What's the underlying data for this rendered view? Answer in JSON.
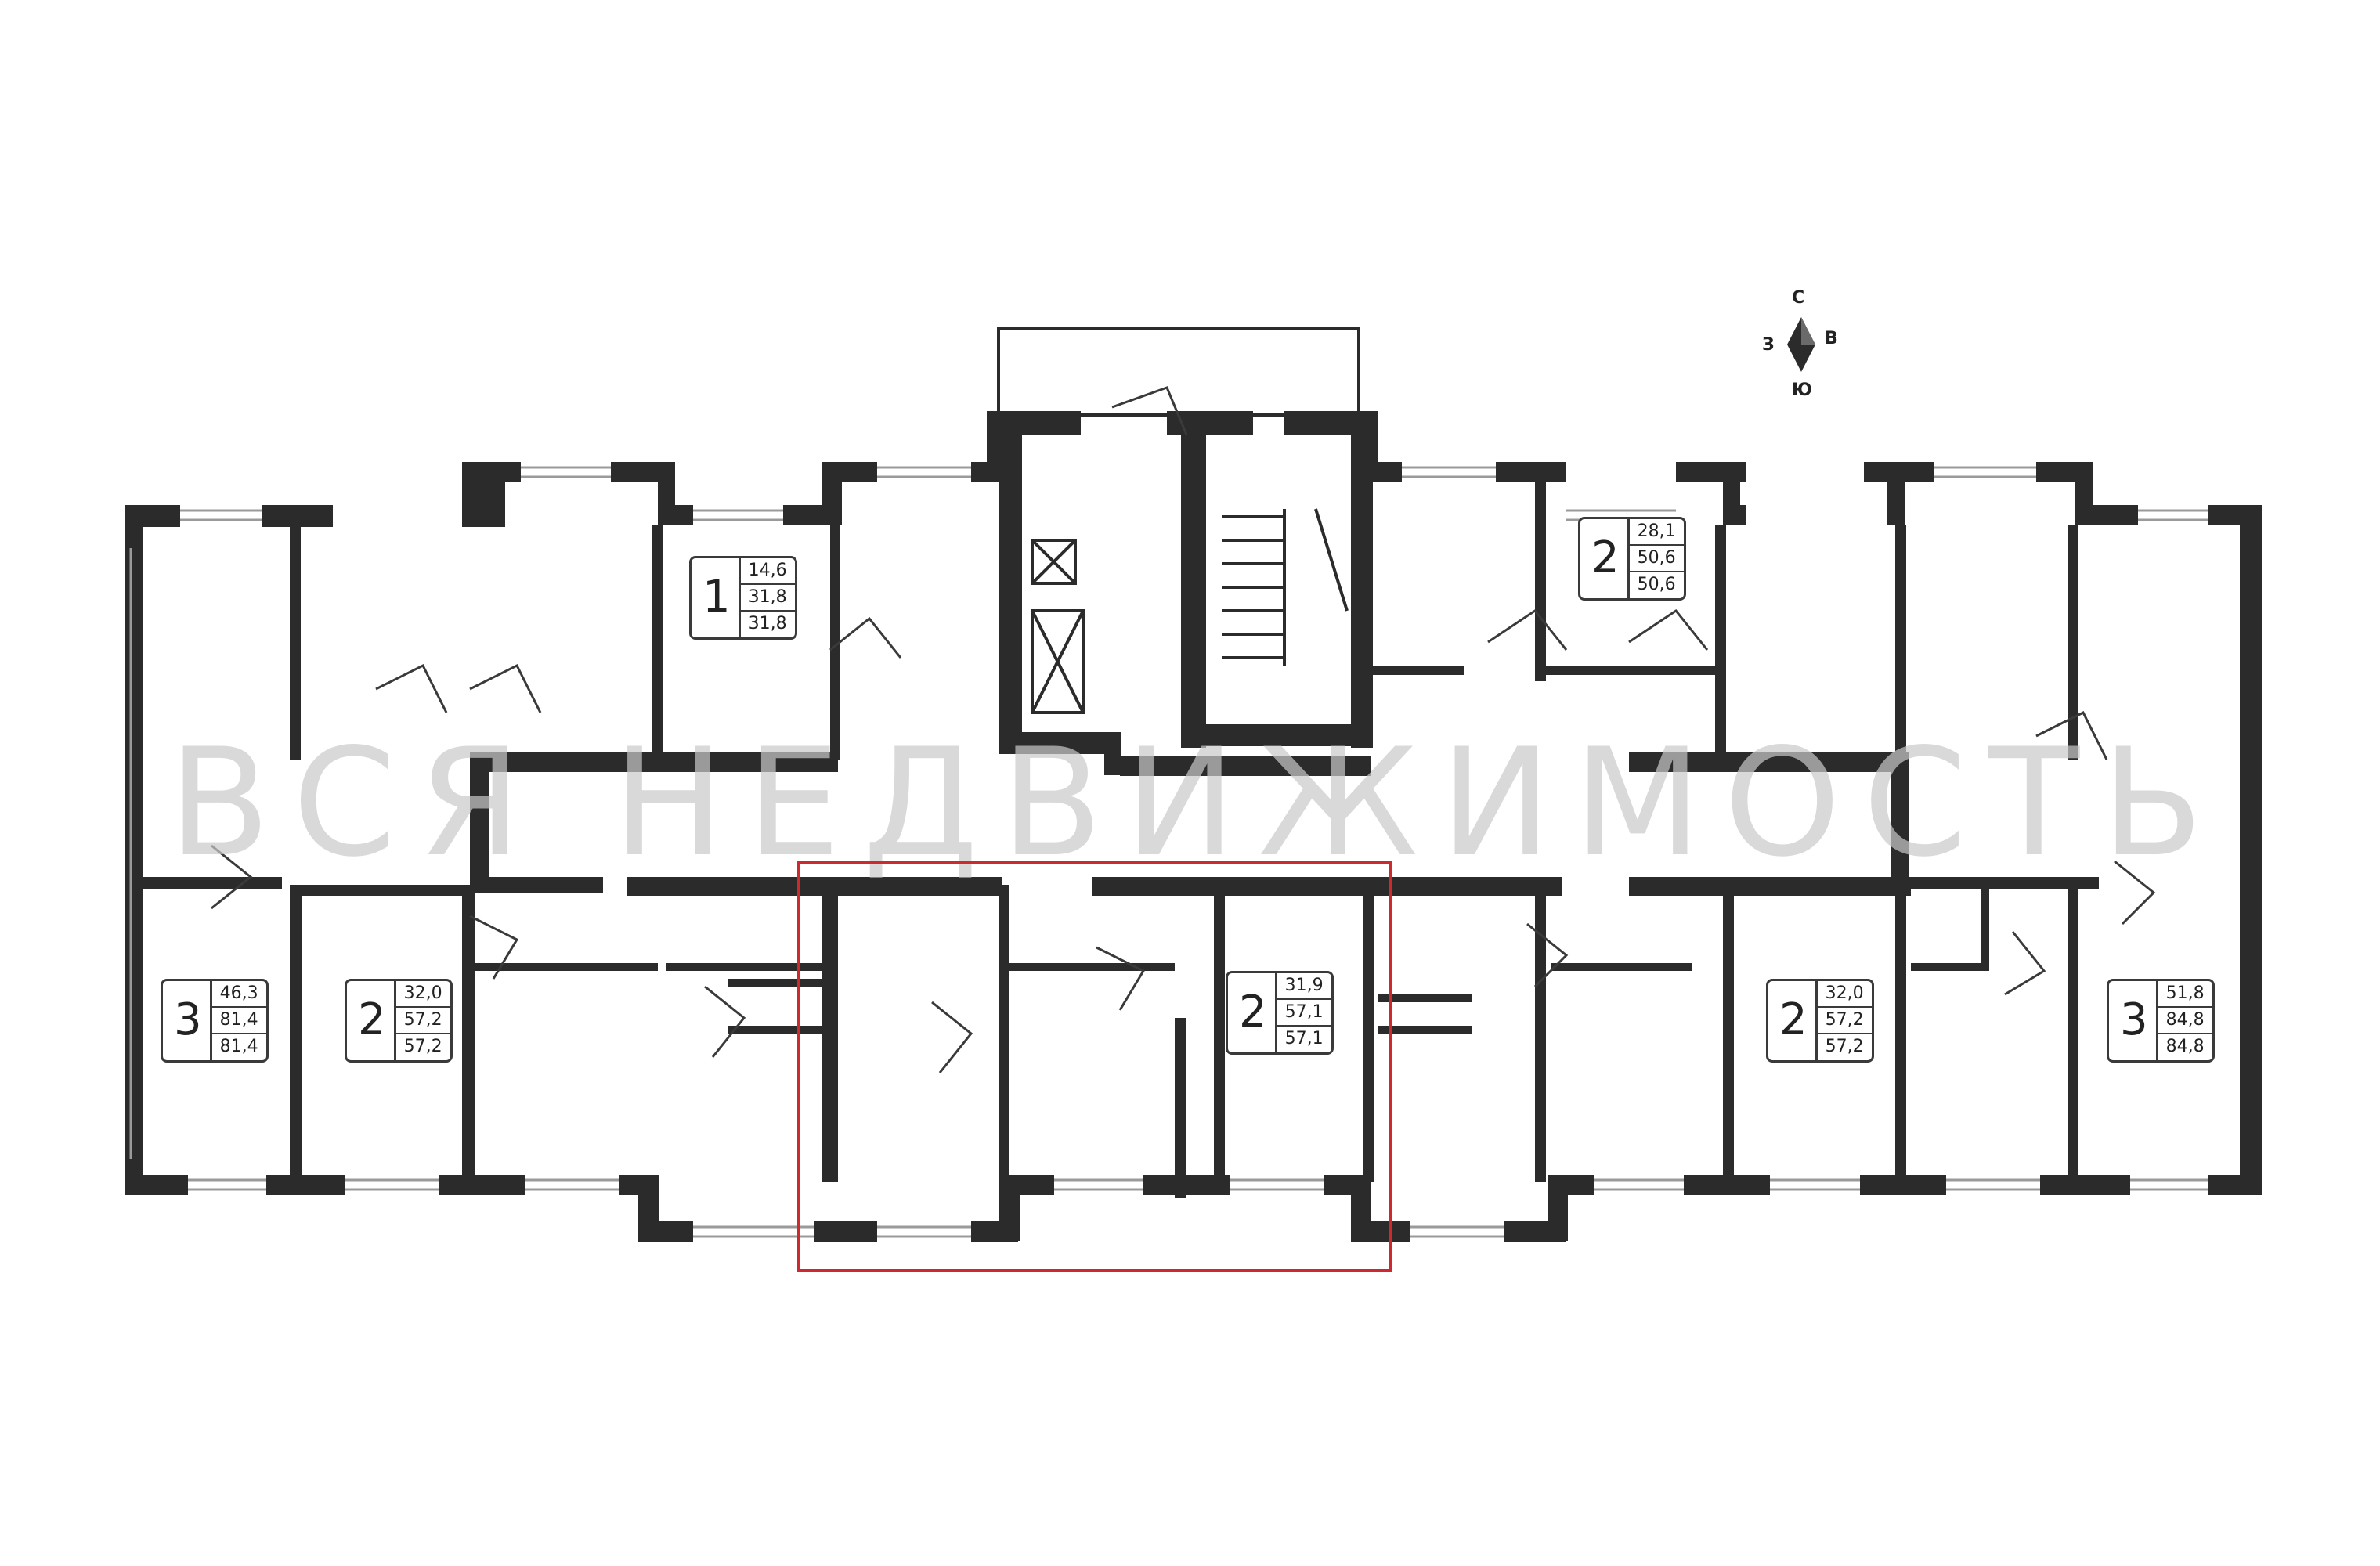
{
  "watermark": "ВСЯ НЕДВИЖИМОСТЬ",
  "compass": {
    "north": "С",
    "south": "Ю",
    "west": "З",
    "east": "В"
  },
  "colors": {
    "wall": "#2b2b2b",
    "highlight": "#cc2a2f",
    "watermark": "#c9c9c9"
  },
  "apartments": [
    {
      "rooms": "1",
      "living": "14,6",
      "total": "31,8",
      "total2": "31,8"
    },
    {
      "rooms": "2",
      "living": "28,1",
      "total": "50,6",
      "total2": "50,6"
    },
    {
      "rooms": "3",
      "living": "46,3",
      "total": "81,4",
      "total2": "81,4"
    },
    {
      "rooms": "2",
      "living": "32,0",
      "total": "57,2",
      "total2": "57,2"
    },
    {
      "rooms": "2",
      "living": "31,9",
      "total": "57,1",
      "total2": "57,1"
    },
    {
      "rooms": "2",
      "living": "32,0",
      "total": "57,2",
      "total2": "57,2"
    },
    {
      "rooms": "3",
      "living": "51,8",
      "total": "84,8",
      "total2": "84,8"
    }
  ],
  "selected_apartment": 4
}
